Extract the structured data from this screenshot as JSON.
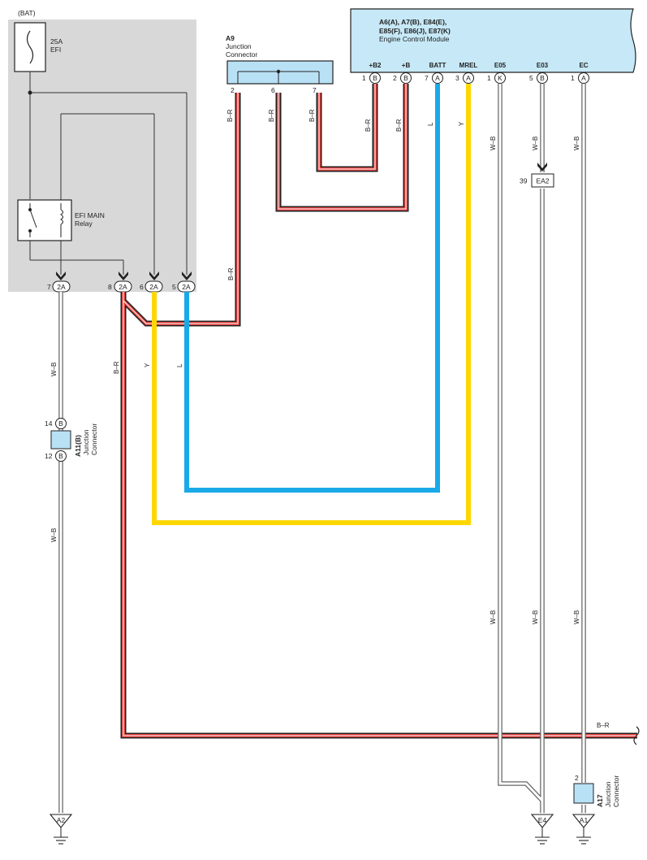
{
  "relay_box": {
    "bat_label": "(BAT)",
    "fuse_rating": "25A",
    "fuse_name": "EFI",
    "relay_name_1": "EFI MAIN",
    "relay_name_2": "Relay"
  },
  "relay_pins": [
    {
      "pin": "7",
      "conn": "2A"
    },
    {
      "pin": "8",
      "conn": "2A"
    },
    {
      "pin": "6",
      "conn": "2A"
    },
    {
      "pin": "5",
      "conn": "2A"
    }
  ],
  "junction_a9": {
    "id": "A9",
    "name_1": "Junction",
    "name_2": "Connector",
    "pins": [
      "2",
      "6",
      "7"
    ]
  },
  "ecm": {
    "title_1": "A6(A), A7(B), E84(E),",
    "title_2": "E85(F), E86(J), E87(K)",
    "name": "Engine Control Module",
    "terminals": [
      {
        "label": "+B2",
        "pin": "1",
        "conn": "B"
      },
      {
        "label": "+B",
        "pin": "2",
        "conn": "B"
      },
      {
        "label": "BATT",
        "pin": "7",
        "conn": "A"
      },
      {
        "label": "MREL",
        "pin": "3",
        "conn": "A"
      },
      {
        "label": "E05",
        "pin": "1",
        "conn": "K"
      },
      {
        "label": "E03",
        "pin": "5",
        "conn": "B"
      },
      {
        "label": "EC",
        "pin": "1",
        "conn": "A"
      }
    ]
  },
  "wire_colors": {
    "br": "B–R",
    "wb": "W–B",
    "y": "Y",
    "l": "L"
  },
  "colors": {
    "red": "#e0403c",
    "blue": "#19a9e8",
    "yellow": "#ffd700",
    "box_gray": "#d8d8d8",
    "ecm_fill": "#c6e8f7",
    "connector_fill": "#b9e1f5"
  },
  "junction_a11": {
    "id": "A11(B)",
    "name_1": "Junction",
    "name_2": "Connector",
    "pin_top": "14",
    "pin_bottom": "12",
    "conn": "B"
  },
  "splice_ea2": {
    "pin": "39",
    "name": "EA2"
  },
  "junction_a17": {
    "id": "A17",
    "name_1": "Junction",
    "name_2": "Connector",
    "pin": "2"
  },
  "grounds": [
    "A2",
    "E4",
    "A1"
  ]
}
